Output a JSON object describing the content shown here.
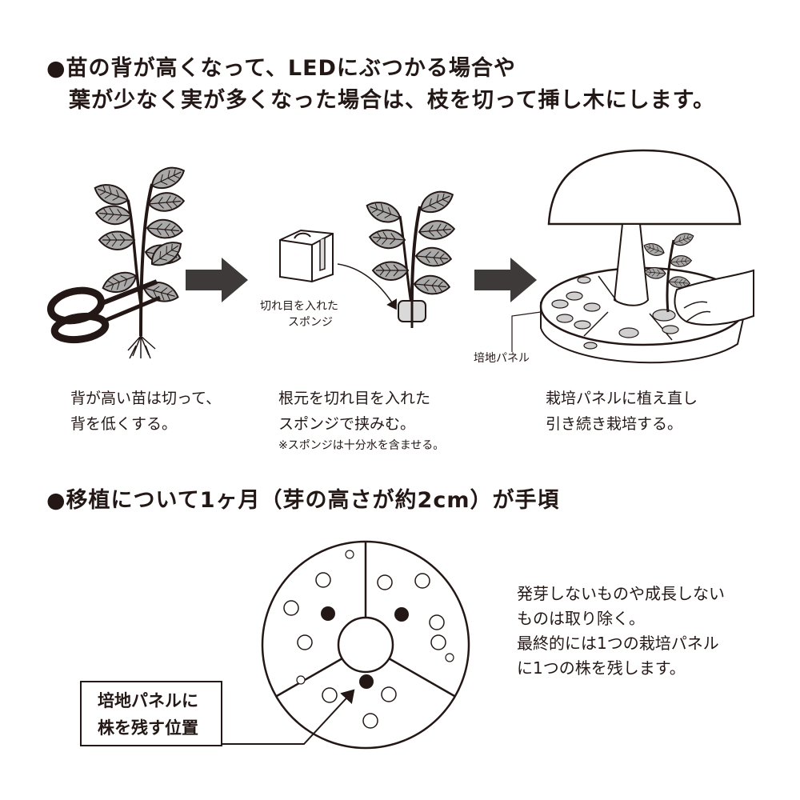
{
  "heading1": {
    "line1": "●苗の背が高くなって、LEDにぶつかる場合や",
    "line2": "　葉が少なく実が多くなった場合は、枝を切って挿し木にします。"
  },
  "labels": {
    "sponge": [
      "切れ目を入れた",
      "スポンジ"
    ],
    "panel": "培地パネル"
  },
  "steps": [
    {
      "lines": [
        "背が高い苗は切って、",
        "背を低くする。"
      ]
    },
    {
      "lines": [
        "根元を切れ目を入れた",
        "スポンジで挟みむ。"
      ],
      "note": "※スポンジは十分水を含ませる。"
    },
    {
      "lines": [
        "栽培パネルに植え直し",
        "引き続き栽培する。"
      ]
    }
  ],
  "heading2": "●移植について1ヶ月（芽の高さが約2cm）が手頃",
  "callout": [
    "培地パネルに",
    "株を残す位置"
  ],
  "side_note": [
    "発芽しないものや成長しない",
    "ものは取り除く。",
    "最終的には1つの栽培パネル",
    "に1つの株を残します。"
  ],
  "colors": {
    "ink": "#231815",
    "leaf": "#9e9e9e",
    "arrow": "#3e3a39"
  }
}
